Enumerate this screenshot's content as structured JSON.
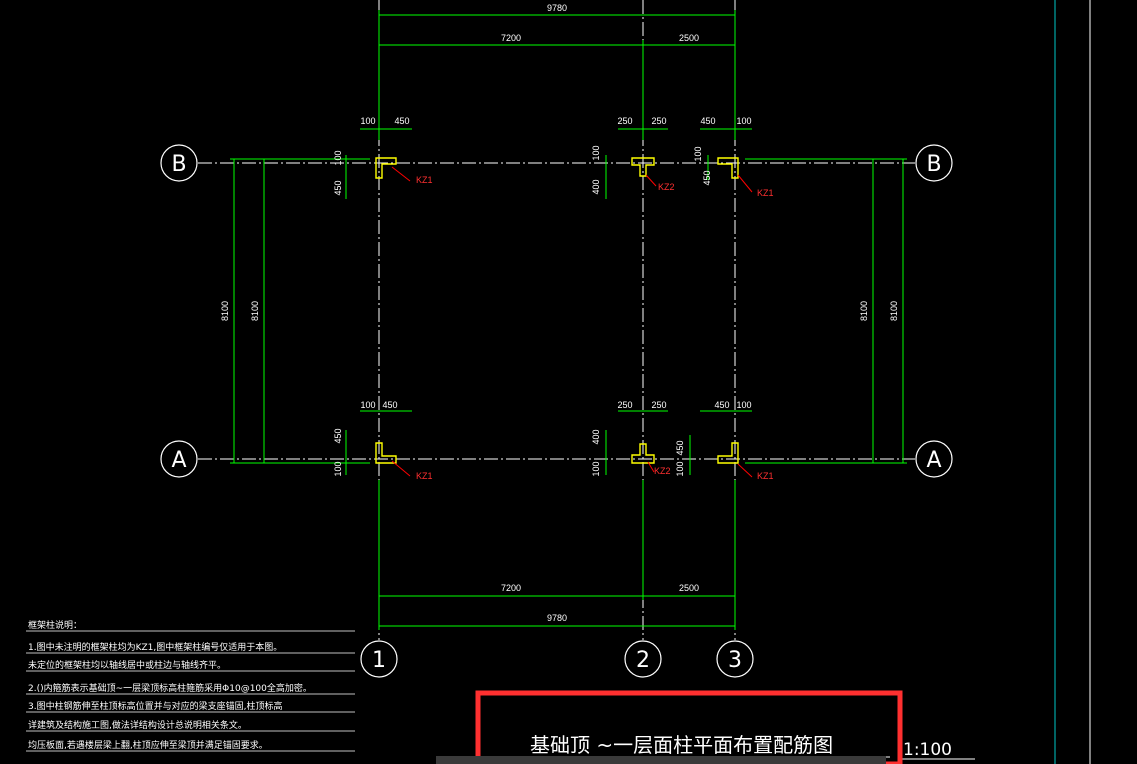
{
  "drawing": {
    "axes_letters": [
      "B",
      "A"
    ],
    "axes_numbers": [
      "1",
      "2",
      "3"
    ],
    "top_overall_dim": "9780",
    "top_dims": [
      "7200",
      "2500"
    ],
    "bottom_dims": [
      "7200",
      "2500"
    ],
    "bottom_overall_dim": "9780",
    "vertical_dims": [
      "8100",
      "8100"
    ],
    "column_labels": [
      "KZ1",
      "KZ2",
      "KZ1",
      "KZ1",
      "KZ2",
      "KZ1"
    ],
    "offset_dims": {
      "c1": [
        "100",
        "450",
        "100",
        "450"
      ],
      "c2": [
        "250",
        "250",
        "100",
        "400"
      ],
      "c3": [
        "450",
        "100",
        "100",
        "450"
      ]
    }
  },
  "notes": {
    "title": "框架柱说明：",
    "lines": [
      "1.图中未注明的框架柱均为KZ1,图中框架柱编号仅适用于本图。",
      "   未定位的框架柱均以轴线居中或柱边与轴线齐平。",
      "2.()内箍筋表示基础顶~一层梁顶标高柱箍筋采用Φ10@100全高加密。",
      "3.图中柱钢筋伸至柱顶标高位置并与对应的梁支座锚固,柱顶标高",
      "   详建筑及结构施工图,做法详结构设计总说明相关条文。",
      "   均压板面,若遇楼层梁上翻,柱顶应伸至梁顶并满足锚固要求。"
    ]
  },
  "title_block": {
    "title": "基础顶 ~一层面柱平面布置配筋图",
    "scale": "1:100"
  },
  "colors": {
    "background": "#000000",
    "grid_line": "#ffffff",
    "dimension_line": "#00ff00",
    "column": "#ffff00",
    "label": "#ff0000",
    "highlight_box": "#ff3030",
    "border": "#00c8c8"
  }
}
